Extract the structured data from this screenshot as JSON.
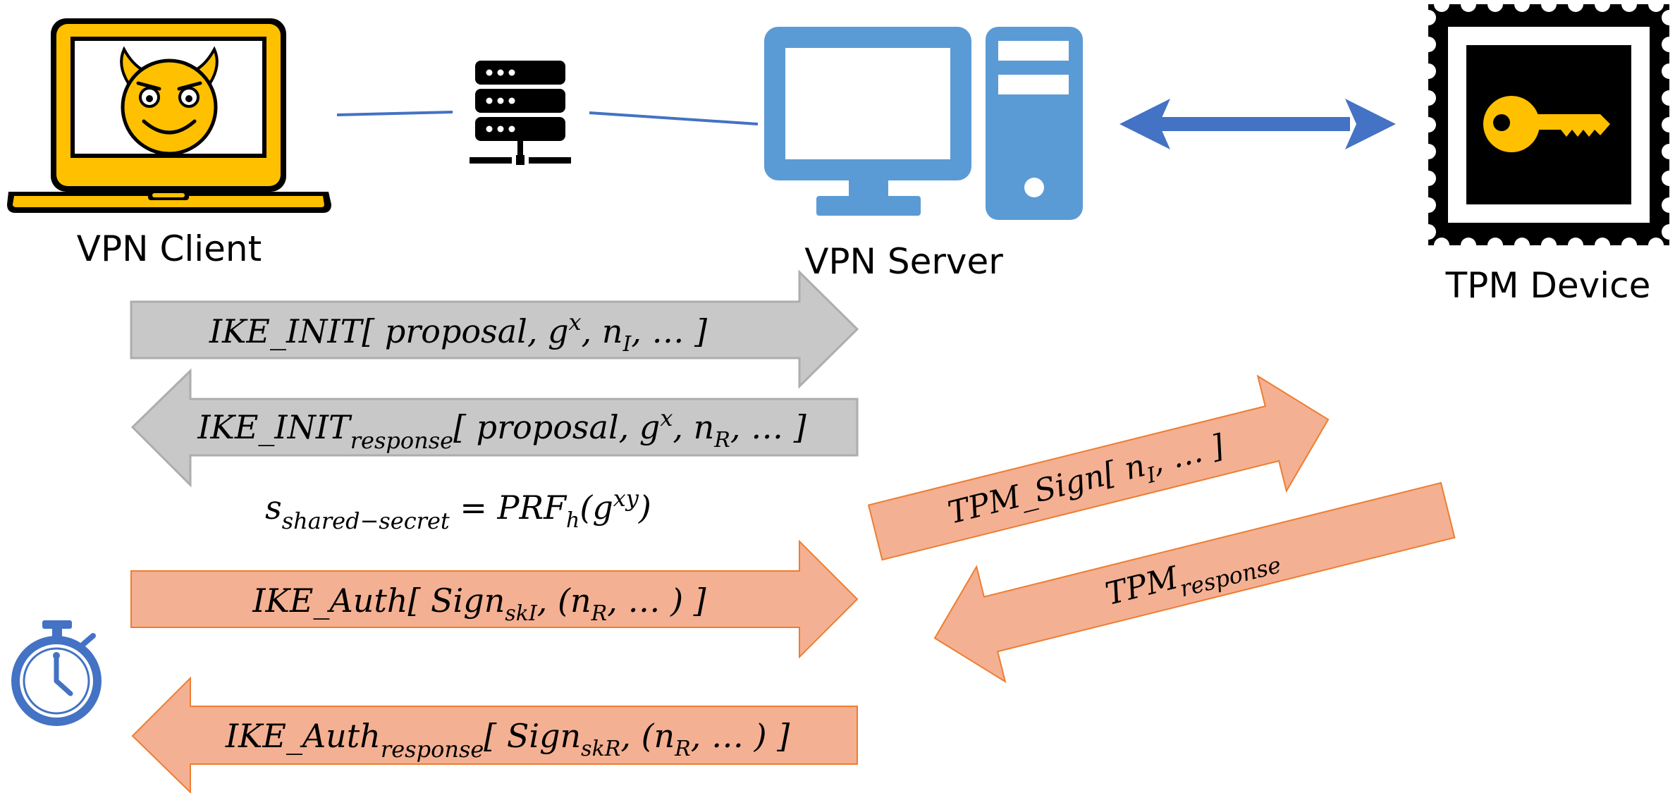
{
  "colors": {
    "client_yellow": "#FFC000",
    "server_blue": "#5B9BD5",
    "double_arrow_blue": "#4472C4",
    "gray_arrow_fill": "#C8C8C8",
    "gray_arrow_stroke": "#ADADAD",
    "orange_arrow_fill": "#F4B092",
    "orange_arrow_stroke": "#ED7D31",
    "line_blue": "#4472C4",
    "stopwatch_blue": "#4472C4"
  },
  "nodes": {
    "client": {
      "label": "VPN Client",
      "icon": "devil-laptop-icon"
    },
    "router": {
      "icon": "network-server-icon"
    },
    "server": {
      "label": "VPN Server",
      "icon": "desktop-computer-icon"
    },
    "tpm": {
      "label": "TPM Device",
      "icon": "tpm-key-stamp-icon"
    }
  },
  "messages": {
    "ike_init": {
      "name": "IKE_INIT",
      "args": "[ proposal, g",
      "sup": "x",
      "args2": ", n",
      "sub": "I",
      "tail": ", … ]"
    },
    "ike_init_resp": {
      "name": "IKE_INIT",
      "name_sub": "response",
      "args": "[ proposal, g",
      "sup": "x",
      "args2": ", n",
      "sub": "R",
      "tail": ", … ]"
    },
    "shared_secret": {
      "s": "s",
      "s_sub": "shared−secret",
      "eq": " = PRF",
      "prf_sub": "h",
      "open": "(g",
      "sup": "xy",
      "close": ")"
    },
    "ike_auth": {
      "name": "IKE_Auth",
      "args": "[ Sign",
      "sign_sub": "skI",
      "args2": ", (n",
      "sub": "R",
      "tail": ", … ) ]"
    },
    "ike_auth_resp": {
      "name": "IKE_Auth",
      "name_sub": "response",
      "args": "[ Sign",
      "sign_sub": "skR",
      "args2": ", (n",
      "sub": "R",
      "tail": ", … ) ]"
    },
    "tpm_sign": {
      "name": "TPM_Sign",
      "args": "[ n",
      "sub": "I",
      "tail": ", … ]"
    },
    "tpm_response": {
      "name": "TPM",
      "name_sub": "response"
    }
  },
  "icons": {
    "stopwatch": "stopwatch-icon"
  }
}
